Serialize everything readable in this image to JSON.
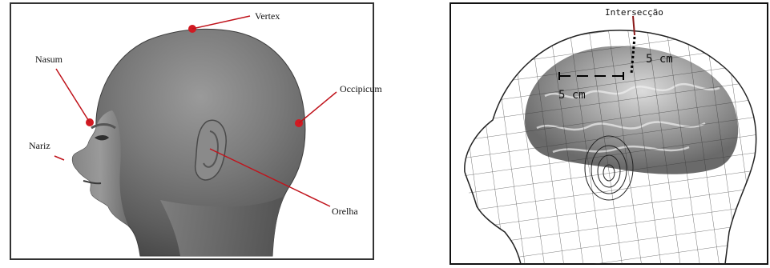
{
  "left_figure": {
    "labels": {
      "vertex": "Vertex",
      "nasum": "Nasum",
      "occipicum": "Occipicum",
      "nariz": "Nariz",
      "orelha": "Orelha"
    },
    "colors": {
      "leader": "#c0141c",
      "point": "#d11a22",
      "frame": "#333333"
    }
  },
  "right_figure": {
    "labels": {
      "intersection": "Intersecção",
      "measure_horizontal": "5 cm",
      "measure_vertical": "5 cm"
    },
    "colors": {
      "frame": "#111111"
    }
  }
}
